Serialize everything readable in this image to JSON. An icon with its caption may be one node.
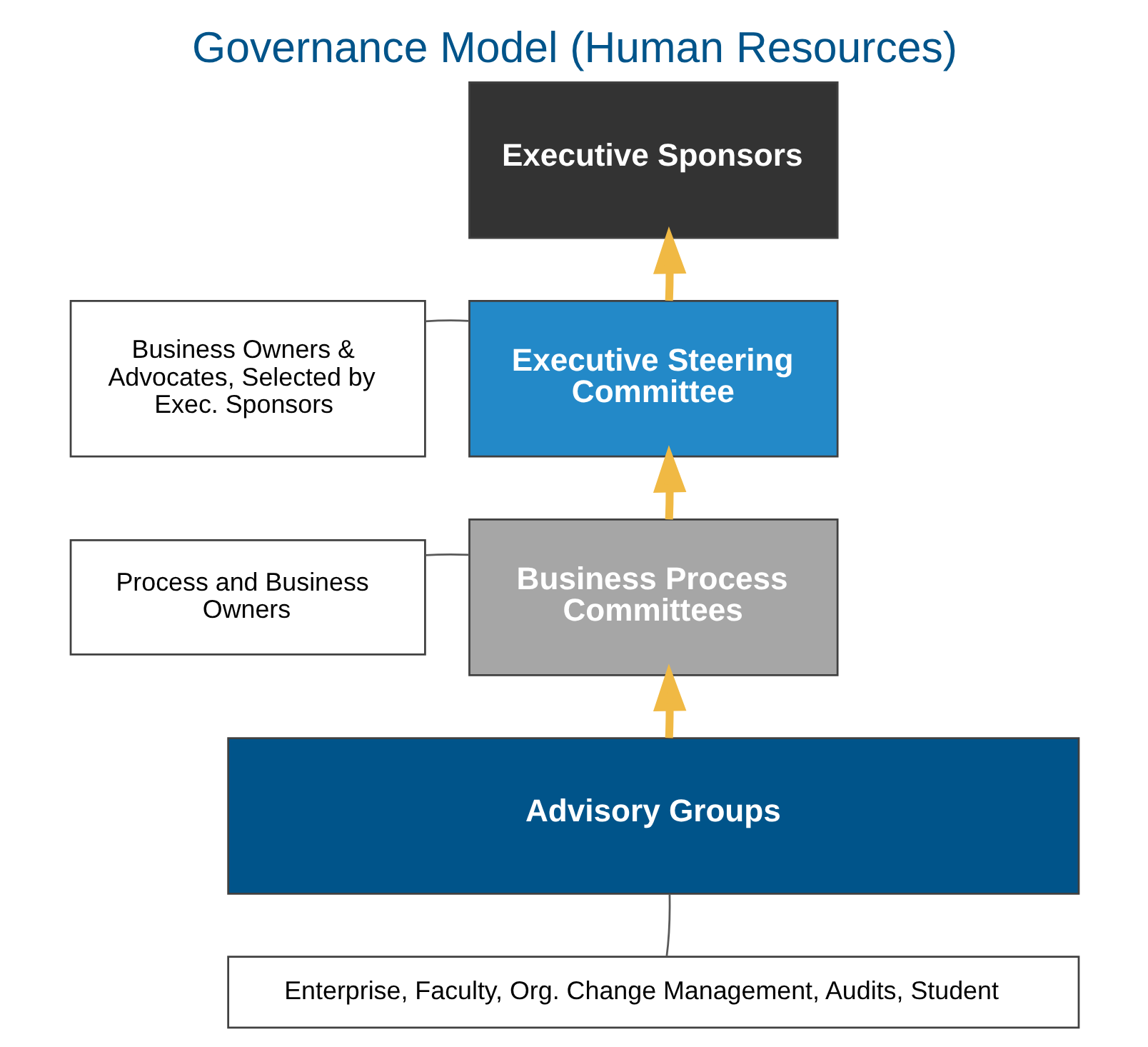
{
  "diagram": {
    "title": "Governance Model (Human Resources)",
    "nodes": [
      {
        "text": [
          "Executive Sponsors"
        ]
      },
      {
        "text": [
          "Executive Steering Committee"
        ]
      },
      {
        "text": [
          "Business Owners & Advocates, Selected by Exec. Sponsors"
        ]
      },
      {
        "text": [
          "Business Process Committees"
        ]
      },
      {
        "text": [
          "Process and Business Owners"
        ]
      },
      {
        "text": [
          "Advisory Groups"
        ]
      },
      {
        "text": [
          "Enterprise, Faculty, Org. Change Management, Audits, Student"
        ]
      }
    ],
    "edges": [
      {
        "from": 1,
        "to": 0,
        "arrow": "to",
        "style": "thick",
        "color": "#f0b944"
      },
      {
        "from": 2,
        "to": 1,
        "arrow": "none",
        "color": "#595959"
      },
      {
        "from": 3,
        "to": 1,
        "arrow": "to",
        "style": "thick",
        "color": "#f0b944"
      },
      {
        "from": 4,
        "to": 3,
        "arrow": "none",
        "color": "#595959"
      },
      {
        "from": 5,
        "to": 3,
        "arrow": "to",
        "style": "thick",
        "color": "#f0b944"
      },
      {
        "from": 5,
        "to": 6,
        "arrow": "none",
        "color": "#595959"
      }
    ]
  }
}
